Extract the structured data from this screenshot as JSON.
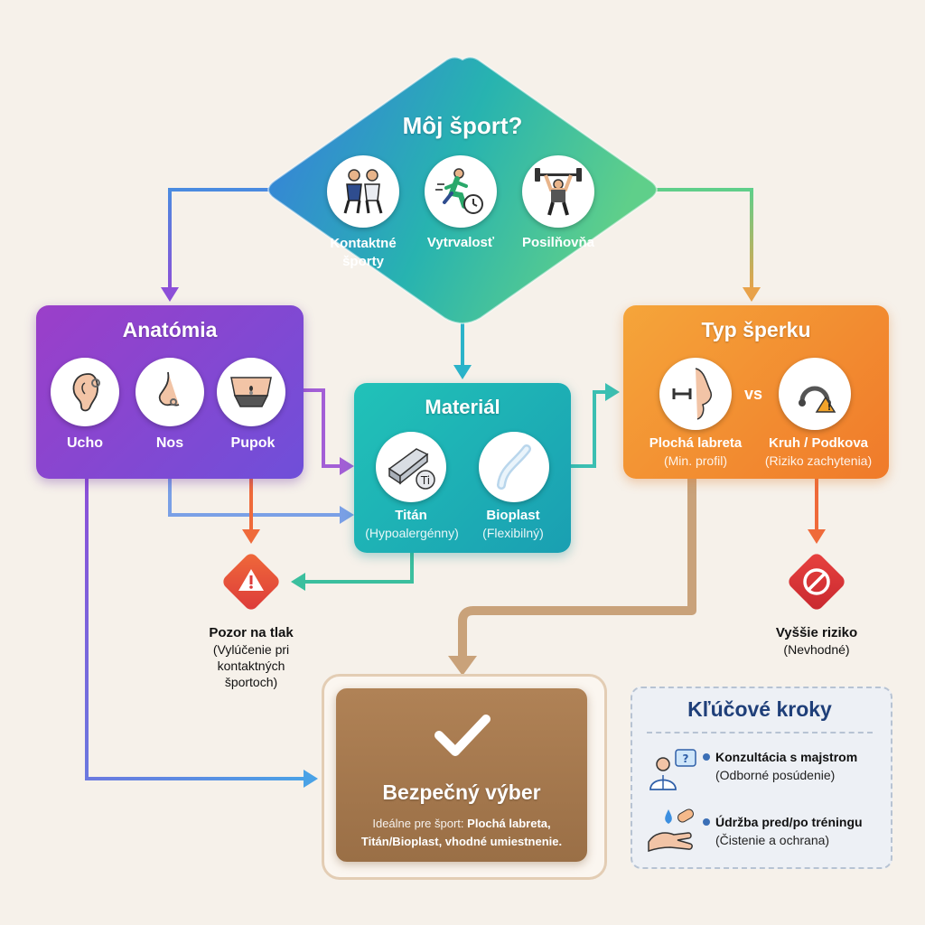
{
  "sport": {
    "title": "Môj šport?",
    "options": [
      {
        "label_line1": "Kontaktné",
        "label_line2": "športy"
      },
      {
        "label_line1": "Vytrvalosť",
        "label_line2": ""
      },
      {
        "label_line1": "Posilňovňa",
        "label_line2": ""
      }
    ]
  },
  "anatomy": {
    "title": "Anatómia",
    "items": [
      {
        "label": "Ucho"
      },
      {
        "label": "Nos"
      },
      {
        "label": "Pupok"
      }
    ]
  },
  "material": {
    "title": "Materiál",
    "items": [
      {
        "label": "Titán",
        "note": "(Hypoalergénny)",
        "badge": "Ti"
      },
      {
        "label": "Bioplast",
        "note": "(Flexibilný)"
      }
    ]
  },
  "jewelry": {
    "title": "Typ šperku",
    "vs": "vs",
    "items": [
      {
        "label": "Plochá labreta",
        "note": "(Min. profil)"
      },
      {
        "label": "Kruh / Podkova",
        "note": "(Riziko zachytenia)"
      }
    ]
  },
  "warning": {
    "title": "Pozor na tlak",
    "lines": [
      "(Vylúčenie pri",
      "kontaktných",
      "športoch)"
    ]
  },
  "risk": {
    "title": "Vyššie riziko",
    "note": "(Nevhodné)"
  },
  "result": {
    "title": "Bezpečný výber",
    "line1_prefix": "Ideálne pre šport: ",
    "line1_bold": "Plochá labreta,",
    "line2": "Titán/Bioplast, vhodné umiestnenie."
  },
  "legend": {
    "title": "Kľúčové kroky",
    "items": [
      {
        "title": "Konzultácia s majstrom",
        "note": "(Odborné posúdenie)"
      },
      {
        "title": "Údržba pred/po tréningu",
        "note": "(Čistenie a ochrana)"
      }
    ]
  },
  "colors": {
    "sport_gradient": [
      "#3a7ae0",
      "#27b3b0",
      "#5fcf8a"
    ],
    "anatomy": "#8c3fcf",
    "material": "#1fb4b0",
    "jewelry": "#f28a2a",
    "warning": "#e2483c",
    "result": "#a87a4f",
    "legend_title": "#1f3f79"
  },
  "icons": {
    "sport": [
      "wrestlers-icon",
      "runner-stopwatch-icon",
      "weightlifter-icon"
    ],
    "anatomy": [
      "ear-piercing-icon",
      "nose-piercing-icon",
      "navel-piercing-icon"
    ],
    "material": [
      "titanium-bar-icon",
      "bioplast-tube-icon"
    ],
    "jewelry": [
      "flat-labret-icon",
      "horseshoe-ring-icon"
    ],
    "warning": "warning-triangle-icon",
    "risk": "prohibited-icon",
    "result": "checkmark-icon",
    "legend": [
      "consultant-icon",
      "cleaning-hand-icon"
    ]
  }
}
